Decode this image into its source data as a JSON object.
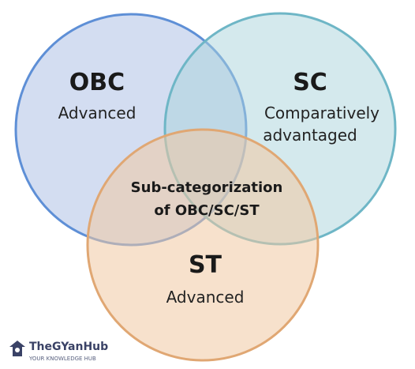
{
  "circles": [
    {
      "id": "obc",
      "title": "OBC",
      "subtitle": [
        "Advanced"
      ],
      "fill": "#9db3e0",
      "stroke": "#5e8fd6"
    },
    {
      "id": "sc",
      "title": "SC",
      "subtitle": [
        "Comparatively",
        "advantaged"
      ],
      "fill": "#a9d3dc",
      "stroke": "#6eb6c6"
    },
    {
      "id": "st",
      "title": "ST",
      "subtitle": [
        "Advanced"
      ],
      "fill": "#f0c9a3",
      "stroke": "#e0a773"
    }
  ],
  "center_label": [
    "Sub-categorization",
    "of OBC/SC/ST"
  ],
  "brand": {
    "name": "TheGYanHub",
    "tagline": "YOUR KNOWLEDGE HUB",
    "color": "#3a4266"
  }
}
